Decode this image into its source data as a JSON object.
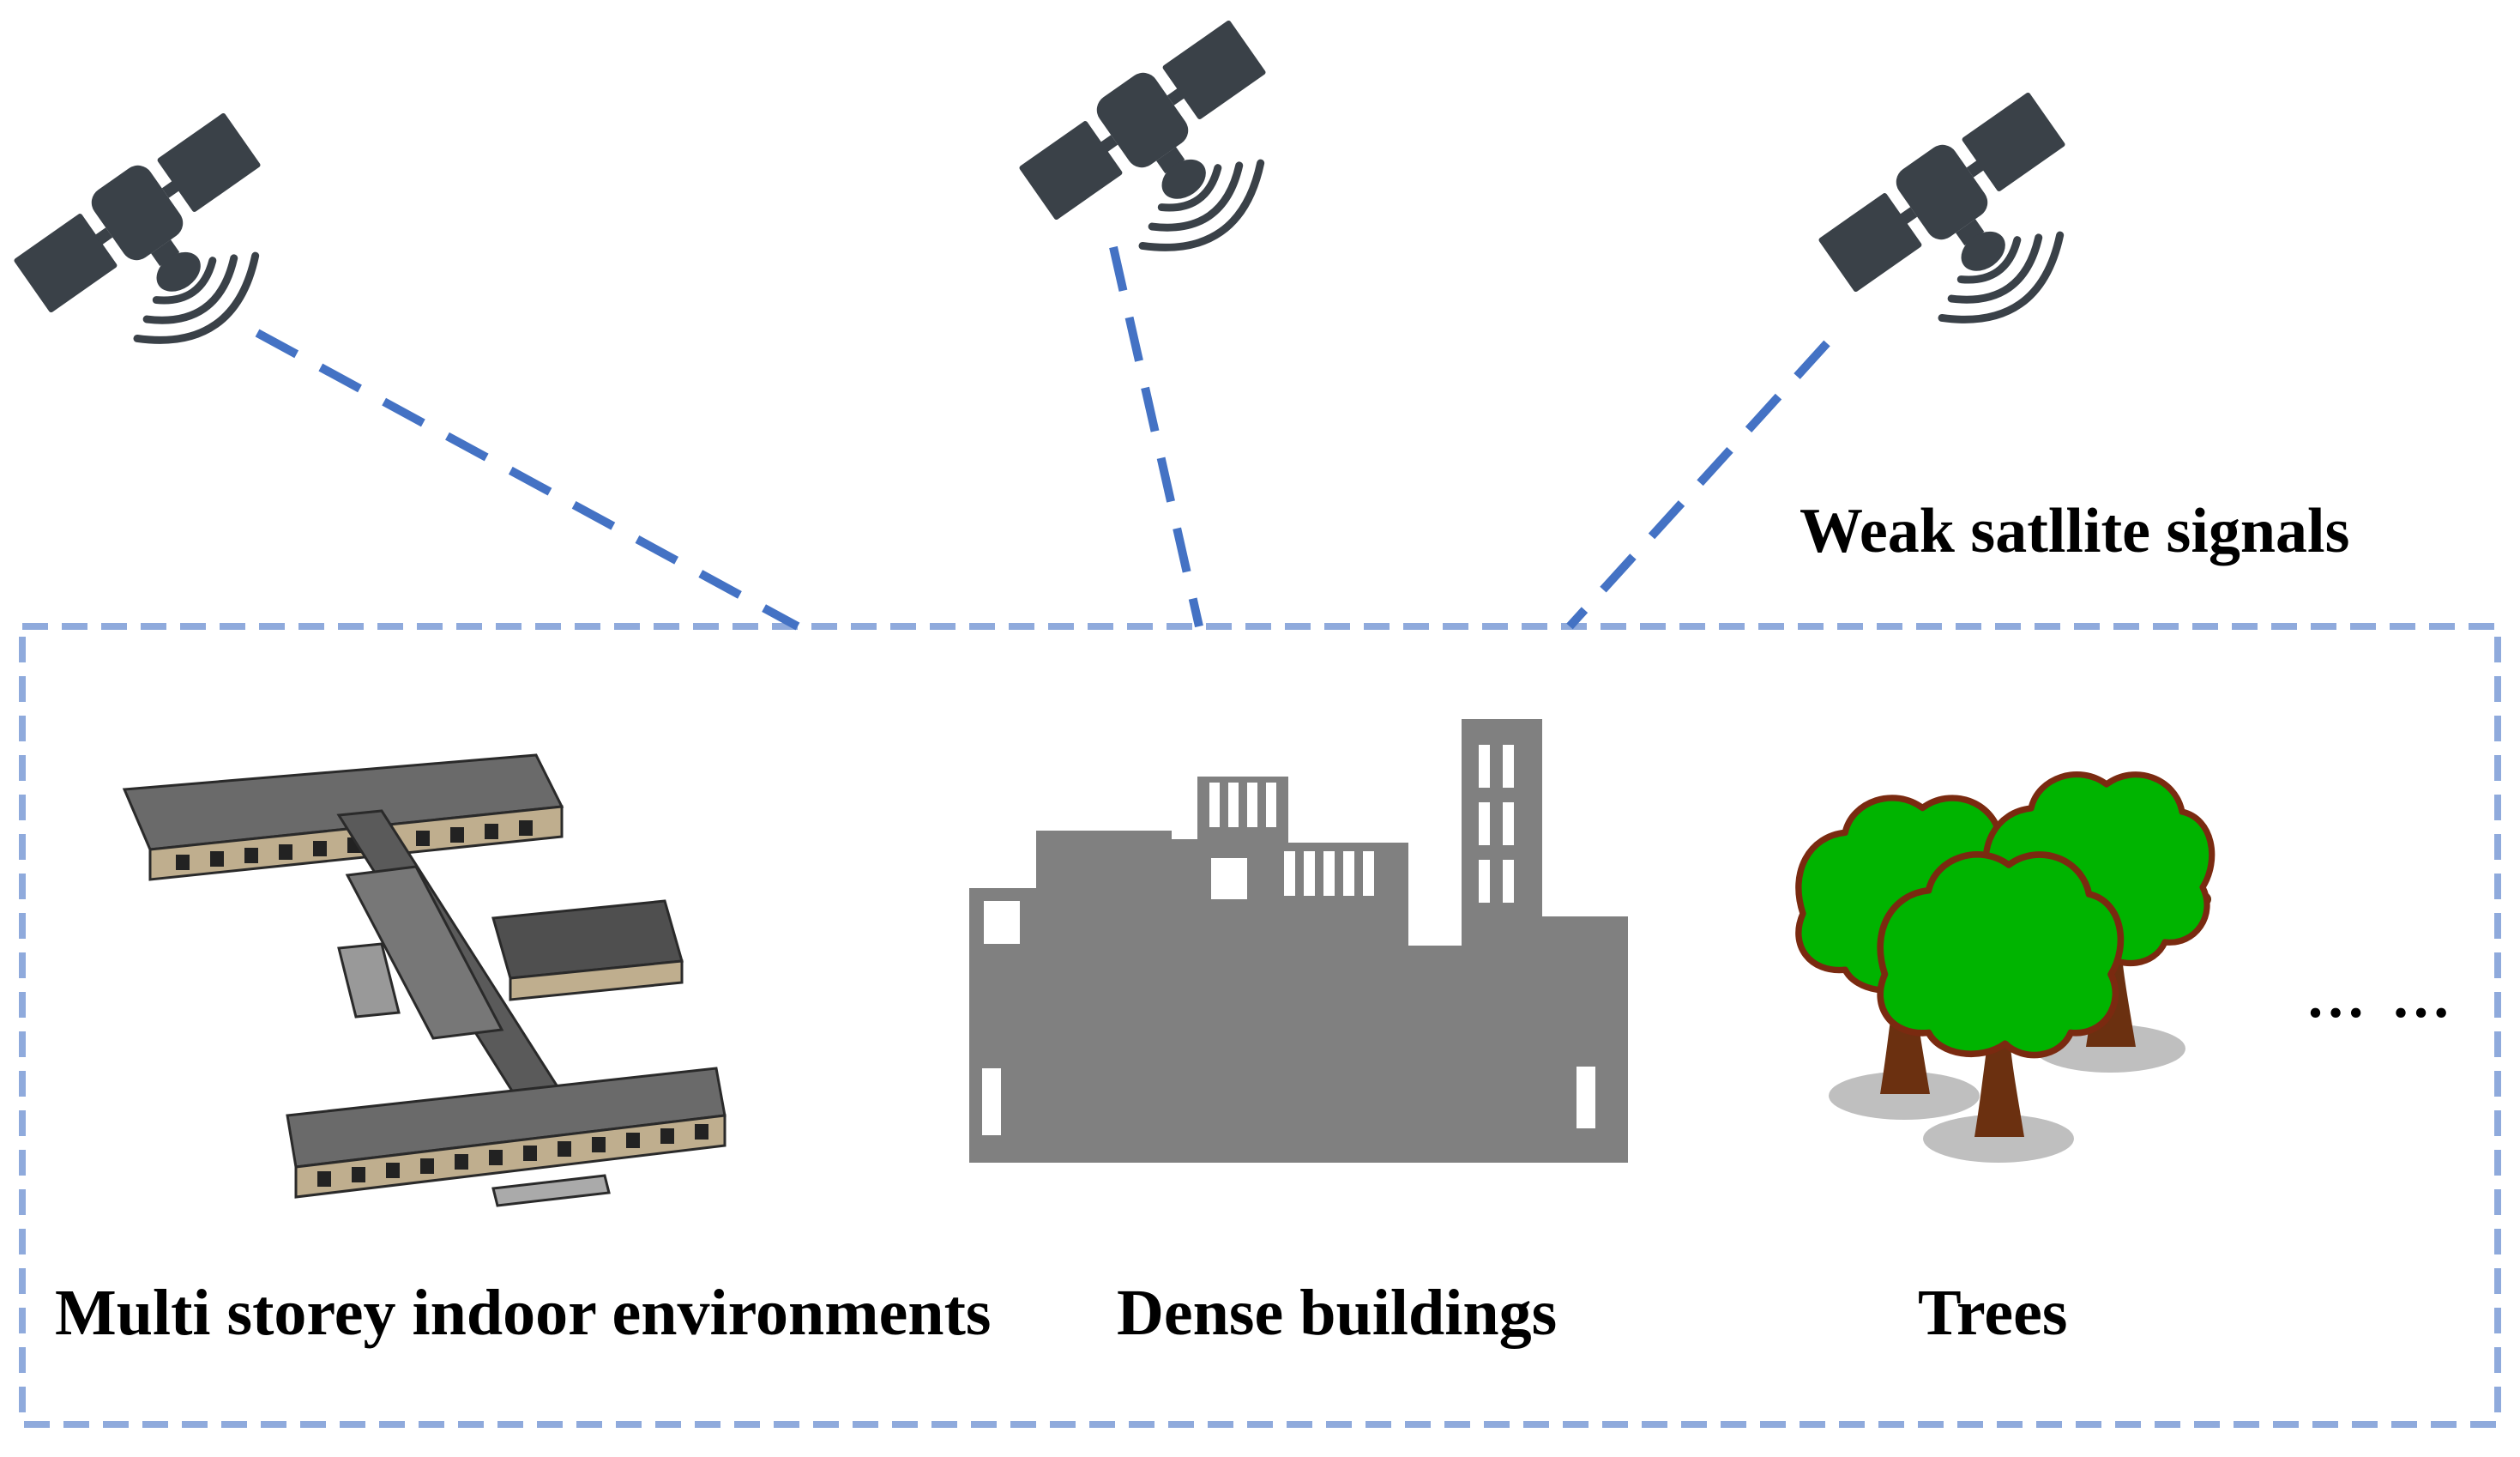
{
  "labels": {
    "weak_signals": "Weak satllite signals",
    "indoor": "Multi storey indoor environments",
    "dense": "Dense buildings",
    "trees": "Trees",
    "ellipsis": "… …"
  },
  "colors": {
    "satellite": "#3a4148",
    "signal_line": "#4472c4",
    "frame": "#8faadc",
    "building": "#808080",
    "tree_canopy": "#00b400",
    "tree_outline": "#7a2a10",
    "tree_trunk": "#6b3010",
    "floorplan": "#5a5a5a"
  },
  "icons": {
    "satellite": "satellite-icon",
    "floorplan": "floorplan-3d-icon",
    "city": "city-buildings-icon",
    "trees": "trees-icon"
  }
}
